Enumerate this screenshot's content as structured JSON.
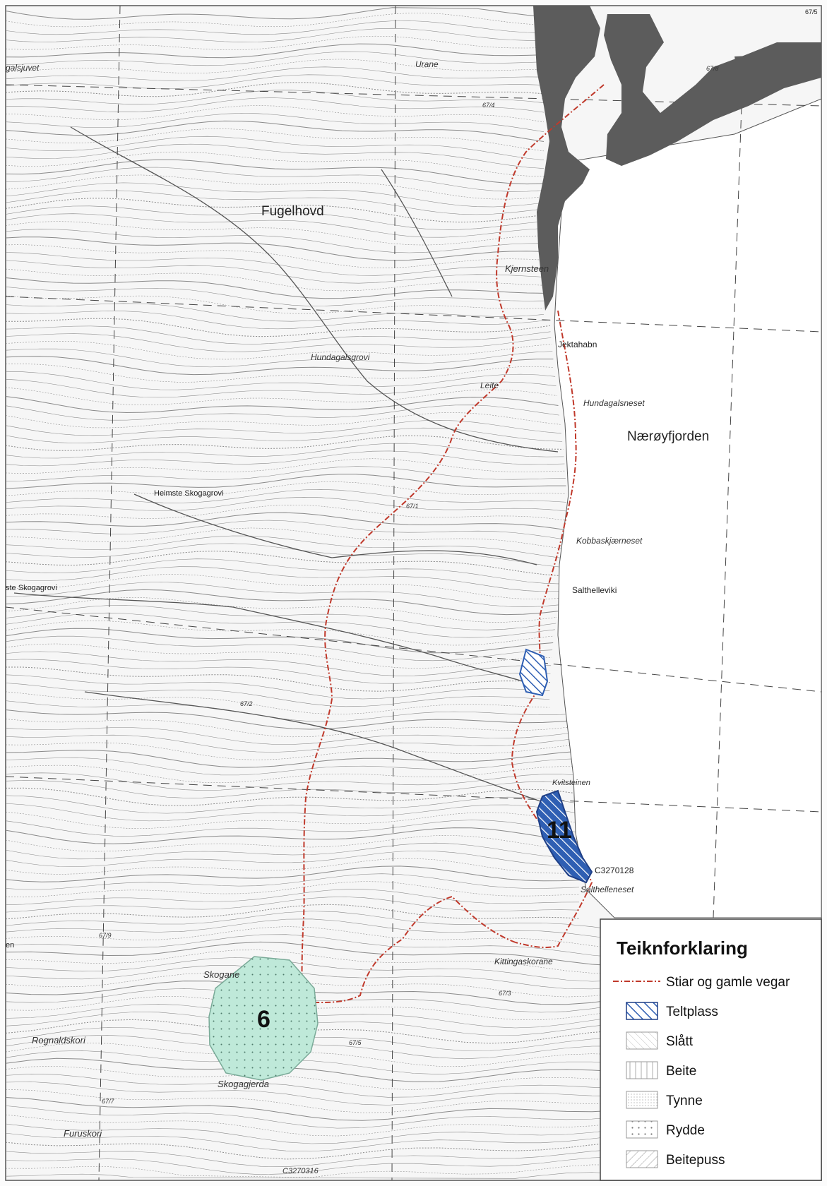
{
  "map": {
    "places": {
      "fugelhovd": "Fugelhovd",
      "naeroyfjorden": "Nærøyfjorden",
      "kjernsteen": "Kjernsteen",
      "jektahabn": "Jektahabn",
      "hundagalsneset": "Hundagalsneset",
      "hundagalsgrovi": "Hundagalsgrovi",
      "leite": "Leite",
      "heimste_skogagrovi": "Heimste Skogagrovi",
      "ste_skogagrovi": "ste Skogagrovi",
      "kobbaskjaerneset": "Kobbaskjærneset",
      "salthelleviki": "Salthelleviki",
      "kvitsteinen": "Kvitsteinen",
      "salthelleneset": "Salthelleneset",
      "kittingaskorane": "Kittingaskorane",
      "skogane": "Skogane",
      "skogagjerda": "Skogagjerda",
      "rognaldskori": "Rognaldskori",
      "furuskori": "Furuskori",
      "urane": "Urane",
      "galsjuvet": "galsjuvet",
      "code_1": "C3270128",
      "code_2": "C3270316",
      "edge_left": "en",
      "edge_top": "67/5"
    },
    "area_numbers": {
      "area_11": "11",
      "area_6": "6"
    },
    "contour_labels": [
      "67/1",
      "67/2",
      "67/3",
      "67/4",
      "67/9",
      "67/5",
      "67/8",
      "67/7"
    ],
    "colors": {
      "trail": "#c0392b",
      "teltplass_fill": "#2f5fb3",
      "teltplass_hatch": "#1f3f86",
      "rydde_fill": "#bfe9d9",
      "water": "#5c5c5c",
      "contour": "#8a8a8a"
    }
  },
  "legend": {
    "title": "Teiknforklaring",
    "items": [
      {
        "label": "Stiar og gamle vegar",
        "icon": "trail-line-icon"
      },
      {
        "label": "Teltplass",
        "icon": "teltplass-swatch-icon"
      },
      {
        "label": "Slått",
        "icon": "slatt-swatch-icon"
      },
      {
        "label": "Beite",
        "icon": "beite-swatch-icon"
      },
      {
        "label": "Tynne",
        "icon": "tynne-swatch-icon"
      },
      {
        "label": "Rydde",
        "icon": "rydde-swatch-icon"
      },
      {
        "label": "Beitepuss",
        "icon": "beitepuss-swatch-icon"
      }
    ]
  }
}
